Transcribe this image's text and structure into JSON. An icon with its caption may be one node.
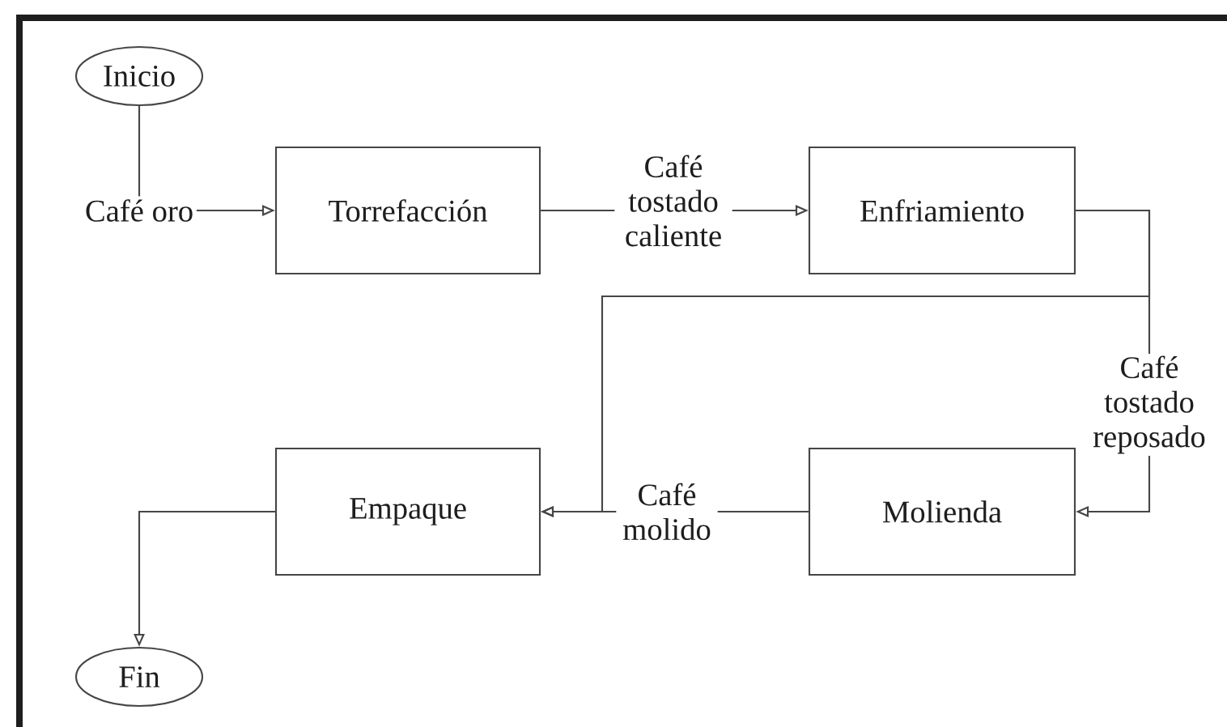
{
  "diagram": {
    "nodes": [
      {
        "text": [
          "Inicio"
        ]
      },
      {
        "text": [
          "Café oro"
        ]
      },
      {
        "text": [
          "Torrefacción"
        ]
      },
      {
        "text": [
          "Enfriamiento"
        ]
      },
      {
        "text": [
          "Empaque"
        ]
      },
      {
        "text": [
          "Molienda"
        ]
      },
      {
        "text": [
          "Fin"
        ]
      }
    ],
    "edges": [
      {
        "from": 0,
        "to": 1,
        "arrow": "none"
      },
      {
        "from": 1,
        "to": 2,
        "arrow": "to"
      },
      {
        "from": 2,
        "to": 3,
        "arrow": "to",
        "label": "Café tostado caliente"
      },
      {
        "from": 3,
        "to": 5,
        "arrow": "to",
        "label": "Café tostado reposado"
      },
      {
        "from": 3,
        "to": 4,
        "arrow": "to"
      },
      {
        "from": 5,
        "to": 4,
        "arrow": "to",
        "label": "Café molido"
      },
      {
        "from": 4,
        "to": 6,
        "arrow": "to"
      }
    ]
  }
}
